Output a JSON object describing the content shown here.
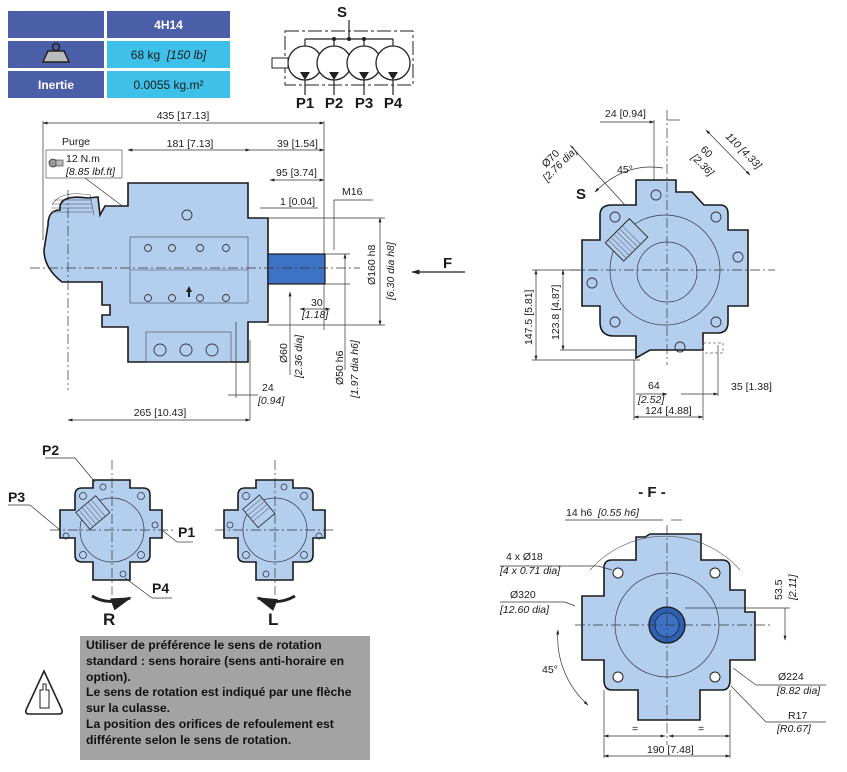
{
  "spec_table": {
    "model": "4H14",
    "weight_icon": "weight-icon",
    "weight_value": "68 kg",
    "weight_imperial": "[150 lb]",
    "inertia_label": "Inertie",
    "inertia_value": "0.0055 kg.m²"
  },
  "schematic": {
    "supply_label": "S",
    "ports": [
      "P1",
      "P2",
      "P3",
      "P4"
    ]
  },
  "side_view": {
    "overall_length": "435 [17.13]",
    "purge_label": "Purge",
    "torque": "12 N.m",
    "torque_imperial": "[8.85 lbf.ft]",
    "body_length": "181 [7.13]",
    "d39": "39 [1.54]",
    "d95": "95 [3.74]",
    "d1": "1 [0.04]",
    "thread": "M16",
    "pilot_dia": "Ø160 h8",
    "pilot_dia_imperial": "[6.30 dia h8]",
    "d30": "30",
    "d30_imperial": "[1.18]",
    "d60": "Ø60",
    "d60_imperial": "[2.36 dia]",
    "shaft_dia": "Ø50 h6",
    "shaft_dia_imperial": "[1.97 dia h6]",
    "d24": "24",
    "d24_imperial": "[0.94]",
    "d265": "265 [10.43]",
    "force_label": "F"
  },
  "end_view": {
    "d24": "24 [0.94]",
    "d70": "Ø70",
    "d70_imperial": "[2.76 dia]",
    "angle": "45°",
    "d60": "60",
    "d60_imperial": "[2.36]",
    "d110": "110 [4.33]",
    "supply_label": "S",
    "d147": "147.5 [5.81]",
    "d123": "123.8 [4.87]",
    "d64": "64",
    "d64_imperial": "[2.52]",
    "d35": "35 [1.38]",
    "d124": "124 [4.88]"
  },
  "rotation_views": {
    "ports": [
      "P2",
      "P3",
      "P1",
      "P4"
    ],
    "right_label": "R",
    "left_label": "L"
  },
  "note": {
    "icon": "warning-hand-icon",
    "lines": [
      "Utiliser de préférence le sens de rotation standard : sens horaire (sens anti-horaire en option).",
      "Le sens de rotation est indiqué par une flèche sur la culasse.",
      "La position des orifices de refoulement est différente selon le sens de rotation."
    ]
  },
  "front_view": {
    "title": "- F -",
    "key_width": "14 h6",
    "key_width_imperial": "[0.55 h6]",
    "holes": "4 x Ø18",
    "holes_imperial": "[4 x 0.71 dia]",
    "bolt_circle": "Ø320",
    "bolt_circle_imperial": "[12.60 dia]",
    "d53": "53.5",
    "d53_imperial": "[2.11]",
    "angle": "45°",
    "d224": "Ø224",
    "d224_imperial": "[8.82 dia]",
    "radius": "R17",
    "radius_imperial": "[R0.67]",
    "equal": "=",
    "width": "190 [7.48]"
  },
  "colors": {
    "header_blue": "#4a5fa8",
    "value_cyan": "#3fc0e8",
    "body_blue": "#b4cfee",
    "shaft_blue": "#3d72c4",
    "note_gray": "#a3a3a3"
  }
}
